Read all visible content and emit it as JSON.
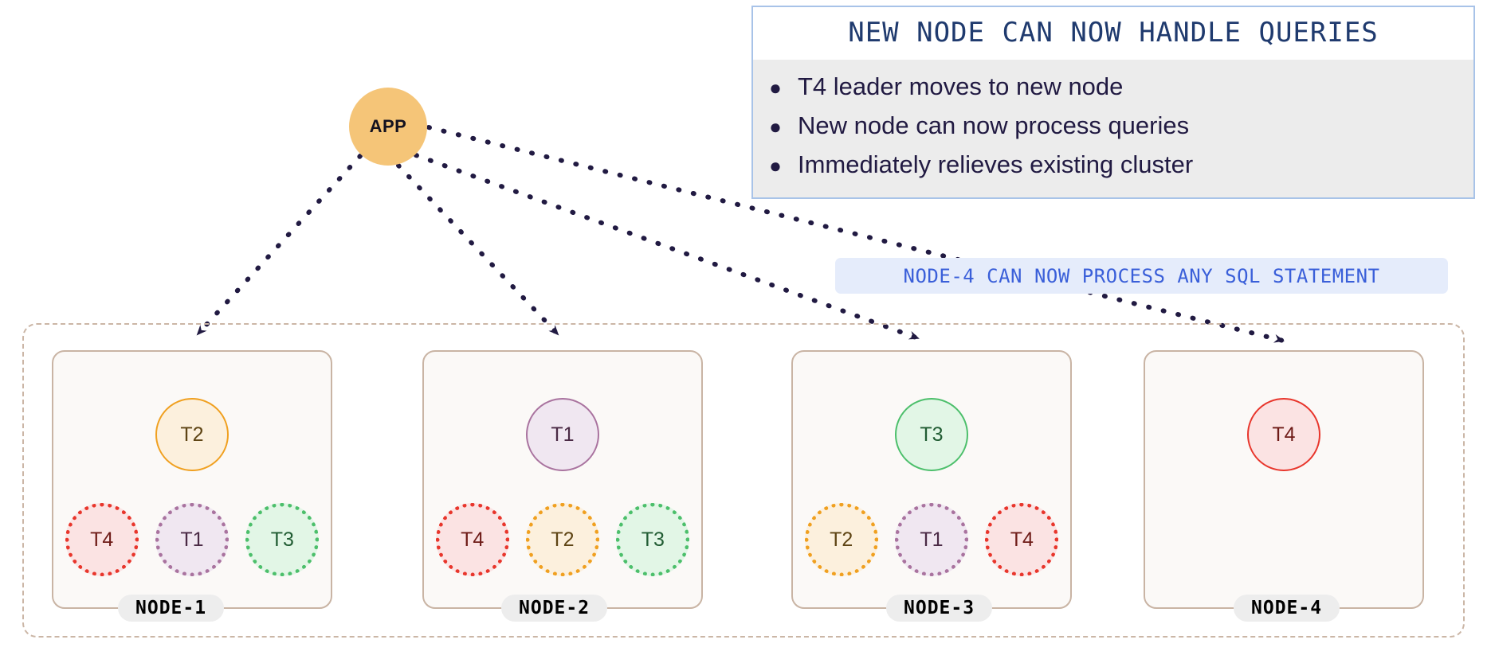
{
  "app": {
    "label": "APP"
  },
  "callout": {
    "title": "NEW NODE CAN NOW HANDLE QUERIES",
    "bullet_glyph": "●",
    "items": [
      "T4 leader moves to new node",
      "New node can now process queries",
      "Immediately relieves existing cluster"
    ],
    "border_color": "#a8c3e8",
    "title_color": "#1f3a6e",
    "body_bg": "#ececec",
    "text_color": "#211a42"
  },
  "sql_banner": {
    "text": "NODE-4 CAN NOW PROCESS ANY SQL STATEMENT",
    "bg": "#e5ecfb",
    "color": "#3a5fd9"
  },
  "cluster": {
    "border_color": "#cbb6a6"
  },
  "nodes": [
    {
      "name": "NODE-1",
      "leader": {
        "label": "T2",
        "theme": "t2"
      },
      "replicas": [
        {
          "label": "T4",
          "theme": "t4"
        },
        {
          "label": "T1",
          "theme": "t1"
        },
        {
          "label": "T3",
          "theme": "t3"
        }
      ]
    },
    {
      "name": "NODE-2",
      "leader": {
        "label": "T1",
        "theme": "t1"
      },
      "replicas": [
        {
          "label": "T4",
          "theme": "t4"
        },
        {
          "label": "T2",
          "theme": "t2"
        },
        {
          "label": "T3",
          "theme": "t3"
        }
      ]
    },
    {
      "name": "NODE-3",
      "leader": {
        "label": "T3",
        "theme": "t3"
      },
      "replicas": [
        {
          "label": "T2",
          "theme": "t2"
        },
        {
          "label": "T1",
          "theme": "t1"
        },
        {
          "label": "T4",
          "theme": "t4"
        }
      ]
    },
    {
      "name": "NODE-4",
      "leader": {
        "label": "T4",
        "theme": "t4"
      },
      "replicas": []
    }
  ],
  "connections": {
    "color": "#211a42",
    "style": "dotted",
    "from": "APP",
    "to": [
      "NODE-1",
      "NODE-2",
      "NODE-3",
      "NODE-4"
    ]
  },
  "palette": {
    "app_fill": "#f5c578",
    "node_fill": "#fbf9f7",
    "node_border": "#c9b4a4",
    "pill_bg": "#ededed",
    "t1": "#a9739f",
    "t2": "#f0a020",
    "t3": "#4cbf6b",
    "t4": "#e8362c"
  }
}
